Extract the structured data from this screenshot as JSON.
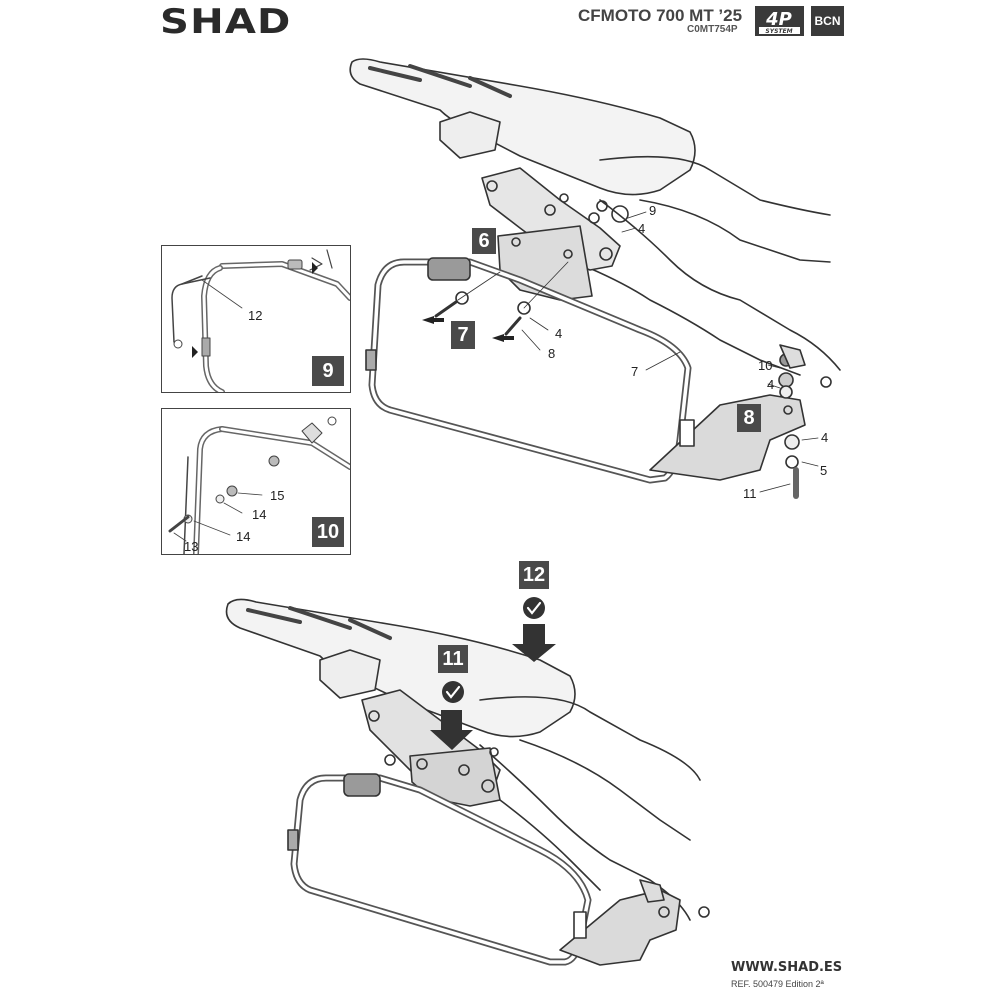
{
  "header": {
    "brand": "SHAD",
    "model_title": "CFMOTO 700 MT ’25",
    "model_code": "C0MT754P",
    "system_badge_main": "4P",
    "system_badge_sub": "SYSTEM",
    "region_badge": "BCN"
  },
  "steps": {
    "s6": "6",
    "s7": "7",
    "s8": "8",
    "s9": "9",
    "s10": "10",
    "s11": "11",
    "s12": "12"
  },
  "callouts": {
    "main": {
      "c9": "9",
      "c4a": "4",
      "c4b": "4",
      "c8": "8",
      "c7": "7",
      "c10": "10",
      "c4c": "4",
      "c4d": "4",
      "c5": "5",
      "c11": "11"
    },
    "panel9": {
      "c12": "12"
    },
    "panel10": {
      "c15": "15",
      "c14a": "14",
      "c14b": "14",
      "c13": "13"
    }
  },
  "footer": {
    "website": "WWW.SHAD.ES",
    "reference": "REF. 500479 Edition 2ª"
  }
}
